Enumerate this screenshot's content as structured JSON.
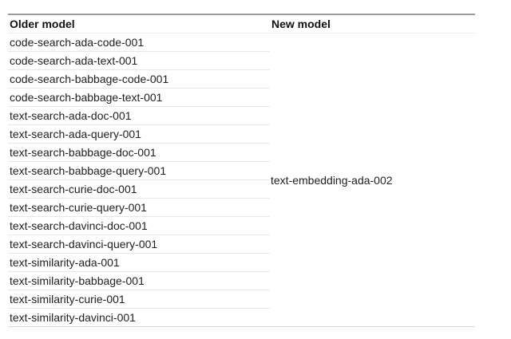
{
  "table": {
    "columns": [
      {
        "label": "Older model"
      },
      {
        "label": "New model"
      }
    ],
    "older_models": [
      "code-search-ada-code-001",
      "code-search-ada-text-001",
      "code-search-babbage-code-001",
      "code-search-babbage-text-001",
      "text-search-ada-doc-001",
      "text-search-ada-query-001",
      "text-search-babbage-doc-001",
      "text-search-babbage-query-001",
      "text-search-curie-doc-001",
      "text-search-curie-query-001",
      "text-search-davinci-doc-001",
      "text-search-davinci-query-001",
      "text-similarity-ada-001",
      "text-similarity-babbage-001",
      "text-similarity-curie-001",
      "text-similarity-davinci-001"
    ],
    "new_model": "text-embedding-ada-002"
  }
}
